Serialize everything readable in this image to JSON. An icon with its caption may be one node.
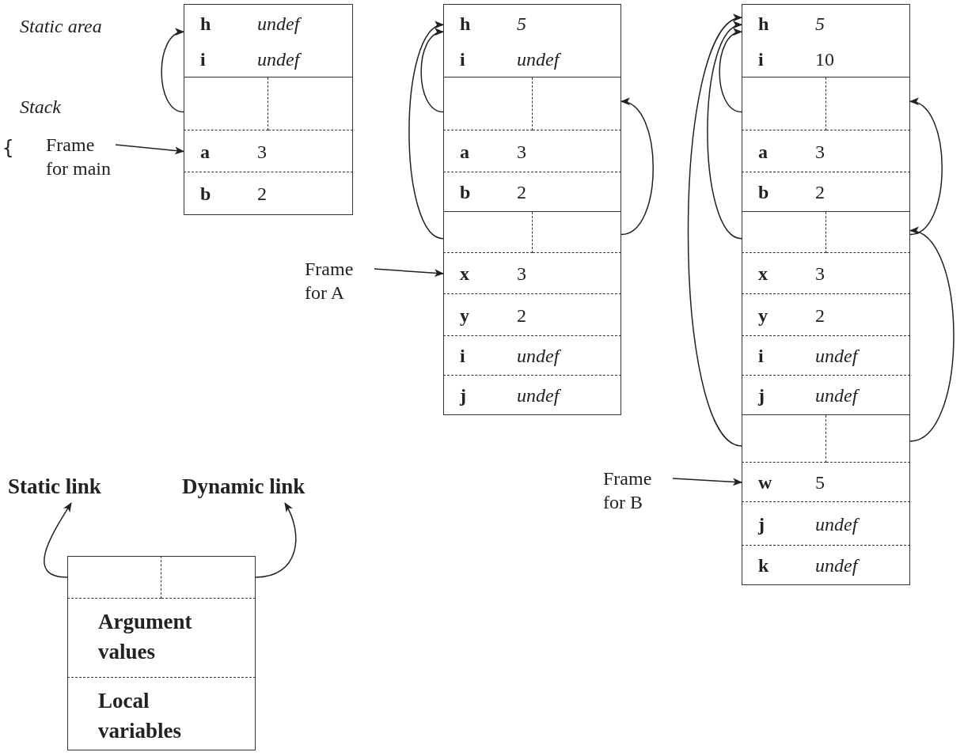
{
  "diagram": {
    "nodes": [
      {
        "text": [
          "h",
          "undef"
        ]
      },
      {
        "text": [
          "i",
          "undef"
        ]
      },
      {
        "text": [],
        "shape": "box"
      },
      {
        "text": [],
        "shape": "box"
      },
      {
        "text": [
          "a",
          "3"
        ]
      },
      {
        "text": [
          "b",
          "2"
        ]
      },
      {
        "text": [
          "Frame for main"
        ]
      },
      {
        "text": [
          "h",
          "5"
        ]
      },
      {
        "text": [
          "i",
          "undef"
        ]
      },
      {
        "text": [],
        "shape": "box"
      },
      {
        "text": [],
        "shape": "box"
      },
      {
        "text": [
          "a",
          "3"
        ]
      },
      {
        "text": [
          "b",
          "2"
        ]
      },
      {
        "text": [],
        "shape": "box"
      },
      {
        "text": [],
        "shape": "box"
      },
      {
        "text": [
          "x",
          "3"
        ]
      },
      {
        "text": [
          "y",
          "2"
        ]
      },
      {
        "text": [
          "i",
          "undef"
        ]
      },
      {
        "text": [
          "j",
          "undef"
        ]
      },
      {
        "text": [
          "Frame for A"
        ]
      },
      {
        "text": [
          "h",
          "5"
        ]
      },
      {
        "text": [
          "i",
          "10"
        ]
      },
      {
        "text": [],
        "shape": "box"
      },
      {
        "text": [],
        "shape": "box"
      },
      {
        "text": [
          "a",
          "3"
        ]
      },
      {
        "text": [
          "b",
          "2"
        ]
      },
      {
        "text": [],
        "shape": "box"
      },
      {
        "text": [],
        "shape": "box"
      },
      {
        "text": [
          "x",
          "3"
        ]
      },
      {
        "text": [
          "y",
          "2"
        ]
      },
      {
        "text": [
          "i",
          "undef"
        ]
      },
      {
        "text": [
          "j",
          "undef"
        ]
      },
      {
        "text": [],
        "shape": "box"
      },
      {
        "text": [],
        "shape": "box"
      },
      {
        "text": [
          "w",
          "5"
        ]
      },
      {
        "text": [
          "j",
          "undef"
        ]
      },
      {
        "text": [
          "k",
          "undef"
        ]
      },
      {
        "text": [
          "Frame for B"
        ]
      },
      {
        "text": [
          "Static link"
        ]
      },
      {
        "text": [
          "Dynamic link"
        ]
      },
      {
        "text": [],
        "shape": "box"
      },
      {
        "text": [],
        "shape": "box"
      },
      {
        "text": [
          "Argument values"
        ]
      },
      {
        "text": [
          "Local variables"
        ]
      }
    ],
    "edges": [
      {
        "from": 2,
        "to": 0,
        "arrow": "to"
      },
      {
        "from": 6,
        "to": 4,
        "arrow": "to"
      },
      {
        "from": 9,
        "to": 7,
        "arrow": "to"
      },
      {
        "from": 13,
        "to": 7,
        "arrow": "to"
      },
      {
        "from": 14,
        "to": 10,
        "arrow": "to"
      },
      {
        "from": 19,
        "to": 15,
        "arrow": "to"
      },
      {
        "from": 22,
        "to": 20,
        "arrow": "to"
      },
      {
        "from": 26,
        "to": 20,
        "arrow": "to"
      },
      {
        "from": 27,
        "to": 23,
        "arrow": "to"
      },
      {
        "from": 32,
        "to": 20,
        "arrow": "to"
      },
      {
        "from": 33,
        "to": 27,
        "arrow": "to"
      },
      {
        "from": 37,
        "to": 34,
        "arrow": "to"
      },
      {
        "from": 40,
        "to": 38,
        "arrow": "to"
      },
      {
        "from": 41,
        "to": 39,
        "arrow": "to"
      }
    ],
    "labels": [
      "Static area",
      "Stack",
      "{"
    ]
  }
}
